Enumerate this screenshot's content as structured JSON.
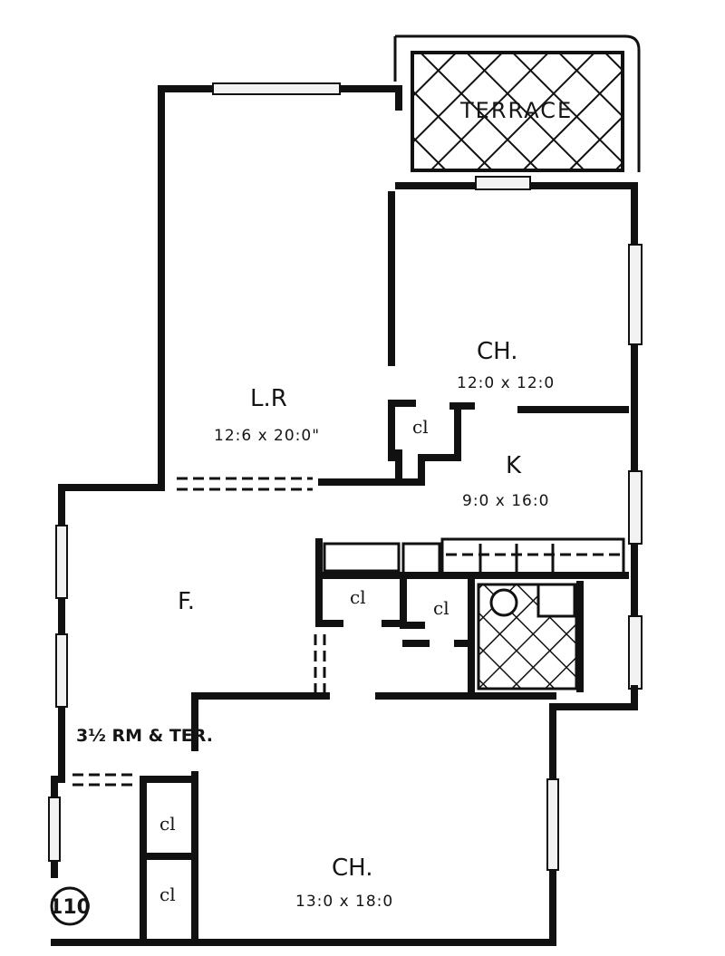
{
  "plan": {
    "terrace_label": "TERRACE",
    "layout_label": "3½ RM & TER.",
    "plan_number": "110"
  },
  "rooms": {
    "living_room": {
      "name": "L.R",
      "dims": "12:6 x 20:0\""
    },
    "chamber_upper": {
      "name": "CH.",
      "dims": "12:0 x 12:0"
    },
    "kitchen": {
      "name": "K",
      "dims": "9:0 x 16:0"
    },
    "foyer": {
      "name": "F."
    },
    "chamber_lower": {
      "name": "CH.",
      "dims": "13:0 x 18:0"
    }
  },
  "closets": {
    "label": "cl"
  }
}
